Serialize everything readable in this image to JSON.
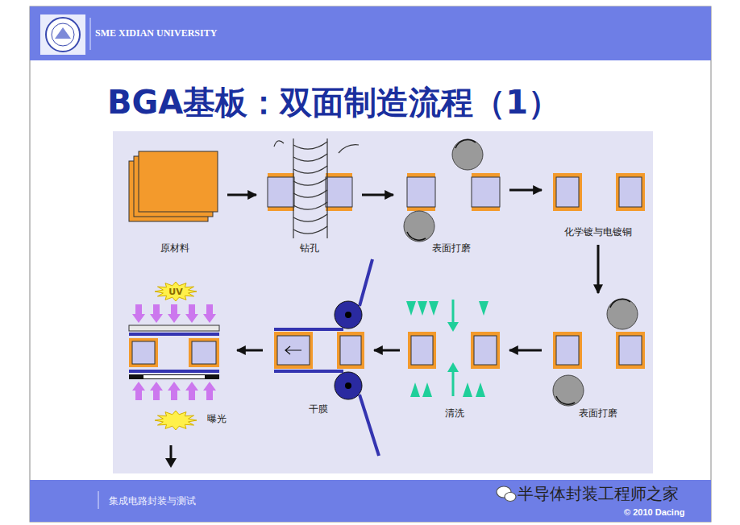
{
  "diagram": {
    "title": "BGA基板：双面制造流程（1）",
    "nodes": [
      {
        "text": [
          "原材料"
        ]
      },
      {
        "text": [
          "钻孔"
        ]
      },
      {
        "text": [
          "表面打磨"
        ]
      },
      {
        "text": [
          "化学镀与电镀铜"
        ]
      },
      {
        "text": [
          "表面打磨"
        ]
      },
      {
        "text": [
          "清洗"
        ]
      },
      {
        "text": [
          "干膜"
        ]
      },
      {
        "text": [
          "曝光"
        ]
      }
    ],
    "edges": [
      {
        "from": 0,
        "to": 1,
        "arrow": "to"
      },
      {
        "from": 1,
        "to": 2,
        "arrow": "to"
      },
      {
        "from": 2,
        "to": 3,
        "arrow": "to"
      },
      {
        "from": 3,
        "to": 4,
        "arrow": "to"
      },
      {
        "from": 4,
        "to": 5,
        "arrow": "to"
      },
      {
        "from": 5,
        "to": 6,
        "arrow": "to"
      },
      {
        "from": 6,
        "to": 7,
        "arrow": "to"
      }
    ],
    "labels": [
      "SME XIDIAN UNIVERSITY",
      "UV",
      "集成电路封装与测试",
      "半导体封装工程师之家",
      "© 2010 Dacing"
    ]
  }
}
